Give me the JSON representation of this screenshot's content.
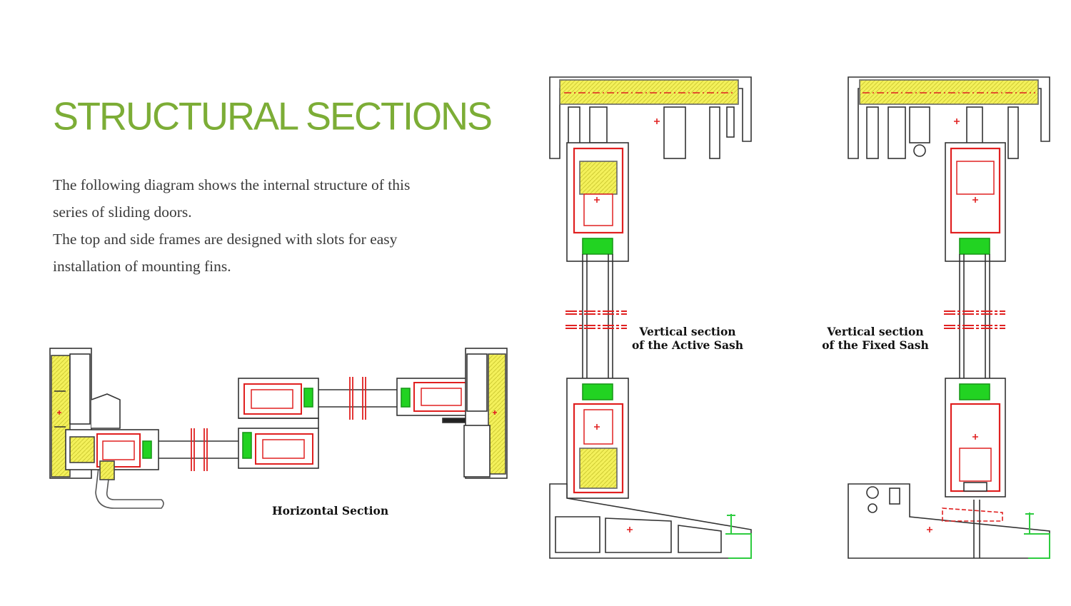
{
  "heading": "STRUCTURAL SECTIONS",
  "description": [
    "The following diagram shows the internal structure of this",
    "series of sliding doors.",
    "The top and side frames are designed with slots for easy",
    "installation of mounting fins."
  ],
  "captions": {
    "horizontal": "Horizontal Section",
    "active": [
      "Vertical section",
      "of the Active Sash"
    ],
    "fixed": [
      "Vertical section",
      "of the Fixed Sash"
    ]
  },
  "colors": {
    "heading": "#7cad36",
    "profile_outline": "#333333",
    "thermal_break": "#f3f05a",
    "reinforcement": "#e02020",
    "gasket": "#22d322",
    "fin": "#2ecc40"
  }
}
